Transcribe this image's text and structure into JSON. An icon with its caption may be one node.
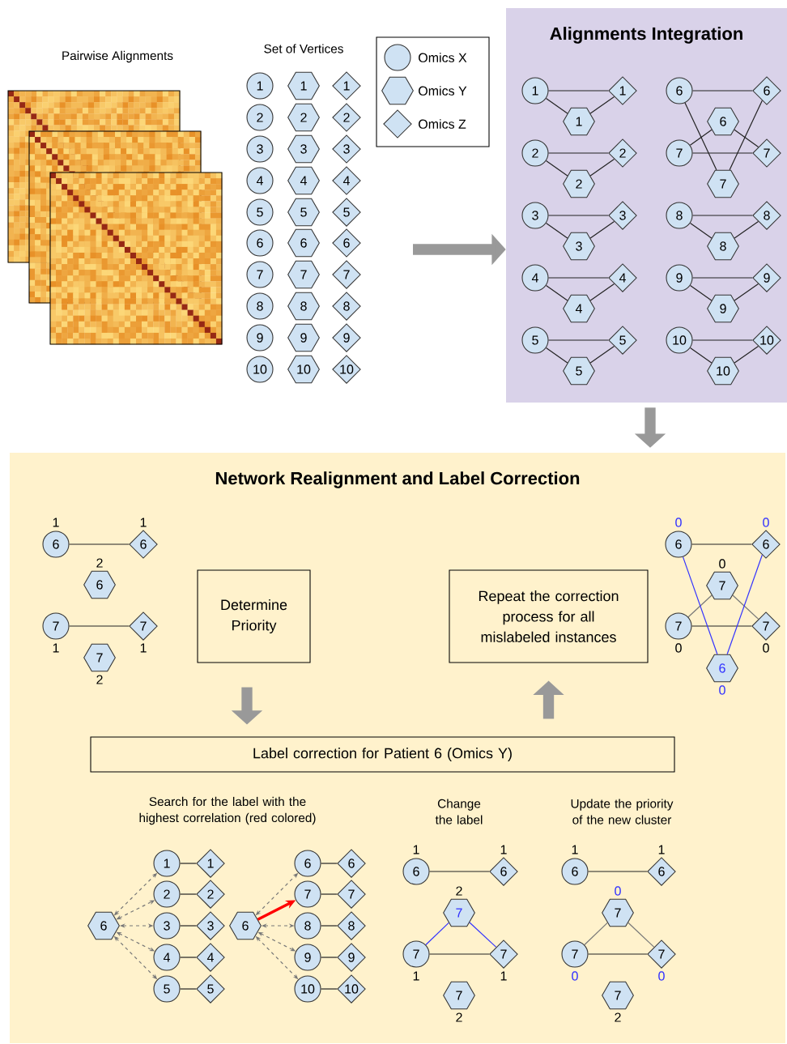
{
  "diagram": {
    "nodes": [
      {
        "text": [
          "1"
        ]
      },
      {
        "text": [
          "1"
        ]
      },
      {
        "text": [
          "1"
        ]
      },
      {
        "text": [
          "2"
        ]
      },
      {
        "text": [
          "2"
        ]
      },
      {
        "text": [
          "2"
        ]
      },
      {
        "text": [
          "3"
        ]
      },
      {
        "text": [
          "3"
        ]
      },
      {
        "text": [
          "3"
        ]
      },
      {
        "text": [
          "4"
        ]
      },
      {
        "text": [
          "4"
        ]
      },
      {
        "text": [
          "4"
        ]
      },
      {
        "text": [
          "5"
        ]
      },
      {
        "text": [
          "5"
        ]
      },
      {
        "text": [
          "5"
        ]
      },
      {
        "text": [
          "6"
        ]
      },
      {
        "text": [
          "6"
        ]
      },
      {
        "text": [
          "6"
        ]
      },
      {
        "text": [
          "7"
        ]
      },
      {
        "text": [
          "7"
        ]
      },
      {
        "text": [
          "7"
        ]
      },
      {
        "text": [
          "8"
        ]
      },
      {
        "text": [
          "8"
        ]
      },
      {
        "text": [
          "8"
        ]
      },
      {
        "text": [
          "9"
        ]
      },
      {
        "text": [
          "9"
        ]
      },
      {
        "text": [
          "9"
        ]
      },
      {
        "text": [
          "10"
        ]
      },
      {
        "text": [
          "10"
        ]
      },
      {
        "text": [
          "10"
        ]
      },
      {
        "text": [
          "Alignments Integration"
        ]
      },
      {
        "text": [
          "1"
        ],
        "in": 30
      },
      {
        "text": [
          "1"
        ],
        "in": 30
      },
      {
        "text": [
          "1"
        ],
        "in": 30
      },
      {
        "text": [
          "2"
        ],
        "in": 30
      },
      {
        "text": [
          "2"
        ],
        "in": 30
      },
      {
        "text": [
          "2"
        ],
        "in": 30
      },
      {
        "text": [
          "3"
        ],
        "in": 30
      },
      {
        "text": [
          "3"
        ],
        "in": 30
      },
      {
        "text": [
          "3"
        ],
        "in": 30
      },
      {
        "text": [
          "4"
        ],
        "in": 30
      },
      {
        "text": [
          "4"
        ],
        "in": 30
      },
      {
        "text": [
          "4"
        ],
        "in": 30
      },
      {
        "text": [
          "5"
        ],
        "in": 30
      },
      {
        "text": [
          "5"
        ],
        "in": 30
      },
      {
        "text": [
          "5"
        ],
        "in": 30
      },
      {
        "text": [
          "6"
        ],
        "in": 30
      },
      {
        "text": [
          "6"
        ],
        "in": 30
      },
      {
        "text": [
          "6"
        ],
        "in": 30
      },
      {
        "text": [
          "7"
        ],
        "in": 30
      },
      {
        "text": [
          "7"
        ],
        "in": 30
      },
      {
        "text": [
          "7"
        ],
        "in": 30
      },
      {
        "text": [
          "8"
        ],
        "in": 30
      },
      {
        "text": [
          "8"
        ],
        "in": 30
      },
      {
        "text": [
          "8"
        ],
        "in": 30
      },
      {
        "text": [
          "9"
        ],
        "in": 30
      },
      {
        "text": [
          "9"
        ],
        "in": 30
      },
      {
        "text": [
          "9"
        ],
        "in": 30
      },
      {
        "text": [
          "10"
        ],
        "in": 30
      },
      {
        "text": [
          "10"
        ],
        "in": 30
      },
      {
        "text": [
          "10"
        ],
        "in": 30
      },
      {
        "text": [
          "Network Realignment and Label Correction"
        ]
      },
      {
        "text": [
          "6"
        ],
        "beside": [
          "1"
        ],
        "in": 61
      },
      {
        "text": [
          "6"
        ],
        "beside": [
          "1"
        ],
        "in": 61
      },
      {
        "text": [
          "6"
        ],
        "beside": [
          "2"
        ],
        "in": 61
      },
      {
        "text": [
          "7"
        ],
        "beside": [
          "1"
        ],
        "in": 61
      },
      {
        "text": [
          "7"
        ],
        "beside": [
          "1"
        ],
        "in": 61
      },
      {
        "text": [
          "7"
        ],
        "beside": [
          "2"
        ],
        "in": 61
      },
      {
        "text": [
          "Determine Priority"
        ],
        "in": 61
      },
      {
        "text": [
          "Repeat the correction process for all mislabeled instances"
        ],
        "in": 61
      },
      {
        "text": [
          "6"
        ],
        "beside": [
          "0"
        ],
        "in": 61
      },
      {
        "text": [
          "6"
        ],
        "beside": [
          "0"
        ],
        "in": 61
      },
      {
        "text": [
          "7"
        ],
        "beside": [
          "0"
        ],
        "in": 61
      },
      {
        "text": [
          "7"
        ],
        "beside": [
          "0"
        ],
        "in": 61
      },
      {
        "text": [
          "7"
        ],
        "beside": [
          "0"
        ],
        "in": 61
      },
      {
        "text": [
          "6"
        ],
        "beside": [
          "0"
        ],
        "in": 61
      },
      {
        "text": [
          "Label correction for Patient 6 (Omics Y)"
        ],
        "in": 61
      },
      {
        "text": [
          "6"
        ],
        "in": 61
      },
      {
        "text": [
          "1"
        ],
        "in": 61
      },
      {
        "text": [
          "1"
        ],
        "in": 61
      },
      {
        "text": [
          "2"
        ],
        "in": 61
      },
      {
        "text": [
          "2"
        ],
        "in": 61
      },
      {
        "text": [
          "3"
        ],
        "in": 61
      },
      {
        "text": [
          "3"
        ],
        "in": 61
      },
      {
        "text": [
          "4"
        ],
        "in": 61
      },
      {
        "text": [
          "4"
        ],
        "in": 61
      },
      {
        "text": [
          "5"
        ],
        "in": 61
      },
      {
        "text": [
          "5"
        ],
        "in": 61
      },
      {
        "text": [
          "6"
        ],
        "in": 61
      },
      {
        "text": [
          "6"
        ],
        "in": 61
      },
      {
        "text": [
          "6"
        ],
        "in": 61
      },
      {
        "text": [
          "7"
        ],
        "in": 61
      },
      {
        "text": [
          "7"
        ],
        "in": 61
      },
      {
        "text": [
          "8"
        ],
        "in": 61
      },
      {
        "text": [
          "8"
        ],
        "in": 61
      },
      {
        "text": [
          "9"
        ],
        "in": 61
      },
      {
        "text": [
          "9"
        ],
        "in": 61
      },
      {
        "text": [
          "10"
        ],
        "in": 61
      },
      {
        "text": [
          "10"
        ],
        "in": 61
      },
      {
        "text": [
          "6"
        ],
        "beside": [
          "1"
        ],
        "in": 61
      },
      {
        "text": [
          "6"
        ],
        "beside": [
          "1"
        ],
        "in": 61
      },
      {
        "text": [
          "7"
        ],
        "beside": [
          "2"
        ],
        "in": 61
      },
      {
        "text": [
          "7"
        ],
        "beside": [
          "1"
        ],
        "in": 61
      },
      {
        "text": [
          "7"
        ],
        "beside": [
          "1"
        ],
        "in": 61
      },
      {
        "text": [
          "7"
        ],
        "beside": [
          "2"
        ],
        "in": 61
      },
      {
        "text": [
          "6"
        ],
        "beside": [
          "1"
        ],
        "in": 61
      },
      {
        "text": [
          "6"
        ],
        "beside": [
          "1"
        ],
        "in": 61
      },
      {
        "text": [
          "7"
        ],
        "beside": [
          "0"
        ],
        "in": 61
      },
      {
        "text": [
          "7"
        ],
        "beside": [
          "0"
        ],
        "in": 61
      },
      {
        "text": [
          "7"
        ],
        "beside": [
          "0"
        ],
        "in": 61
      },
      {
        "text": [
          "7"
        ],
        "beside": [
          "2"
        ],
        "in": 61
      }
    ],
    "edges": [
      {
        "from": null,
        "to": 30,
        "arrow": "to",
        "style": "thick",
        "color": "#999999"
      },
      {
        "from": 30,
        "to": 61,
        "arrow": "to",
        "style": "thick",
        "color": "#999999"
      },
      {
        "from": 68,
        "to": 76,
        "arrow": "to",
        "style": "thick",
        "color": "#999999"
      },
      {
        "from": 76,
        "to": 69,
        "arrow": "to",
        "style": "thick",
        "color": "#999999"
      },
      {
        "from": 31,
        "to": 32,
        "arrow": "none"
      },
      {
        "from": 31,
        "to": 33,
        "arrow": "none"
      },
      {
        "from": 33,
        "to": 32,
        "arrow": "none"
      },
      {
        "from": 34,
        "to": 35,
        "arrow": "none"
      },
      {
        "from": 34,
        "to": 36,
        "arrow": "none"
      },
      {
        "from": 36,
        "to": 35,
        "arrow": "none"
      },
      {
        "from": 37,
        "to": 38,
        "arrow": "none"
      },
      {
        "from": 37,
        "to": 39,
        "arrow": "none"
      },
      {
        "from": 39,
        "to": 38,
        "arrow": "none"
      },
      {
        "from": 40,
        "to": 41,
        "arrow": "none"
      },
      {
        "from": 40,
        "to": 42,
        "arrow": "none"
      },
      {
        "from": 42,
        "to": 41,
        "arrow": "none"
      },
      {
        "from": 43,
        "to": 44,
        "arrow": "none"
      },
      {
        "from": 43,
        "to": 45,
        "arrow": "none"
      },
      {
        "from": 45,
        "to": 44,
        "arrow": "none"
      },
      {
        "from": 46,
        "to": 47,
        "arrow": "none"
      },
      {
        "from": 46,
        "to": 51,
        "arrow": "none"
      },
      {
        "from": 51,
        "to": 47,
        "arrow": "none"
      },
      {
        "from": 49,
        "to": 50,
        "arrow": "none"
      },
      {
        "from": 48,
        "to": 49,
        "arrow": "none"
      },
      {
        "from": 48,
        "to": 50,
        "arrow": "none"
      },
      {
        "from": 52,
        "to": 53,
        "arrow": "none"
      },
      {
        "from": 52,
        "to": 54,
        "arrow": "none"
      },
      {
        "from": 54,
        "to": 53,
        "arrow": "none"
      },
      {
        "from": 55,
        "to": 56,
        "arrow": "none"
      },
      {
        "from": 55,
        "to": 57,
        "arrow": "none"
      },
      {
        "from": 57,
        "to": 56,
        "arrow": "none"
      },
      {
        "from": 58,
        "to": 59,
        "arrow": "none"
      },
      {
        "from": 58,
        "to": 60,
        "arrow": "none"
      },
      {
        "from": 60,
        "to": 59,
        "arrow": "none"
      },
      {
        "from": 62,
        "to": 63,
        "arrow": "none"
      },
      {
        "from": 65,
        "to": 66,
        "arrow": "none"
      },
      {
        "from": 70,
        "to": 71,
        "arrow": "none"
      },
      {
        "from": 73,
        "to": 74,
        "arrow": "none"
      },
      {
        "from": 72,
        "to": 73,
        "arrow": "none",
        "color": "#777777"
      },
      {
        "from": 72,
        "to": 74,
        "arrow": "none",
        "color": "#777777"
      },
      {
        "from": 70,
        "to": 75,
        "arrow": "none",
        "color": "#3333ff"
      },
      {
        "from": 71,
        "to": 75,
        "arrow": "none",
        "color": "#3333ff"
      },
      {
        "from": 77,
        "to": 78,
        "arrow": "both",
        "style": "dashed",
        "color": "#777777"
      },
      {
        "from": 77,
        "to": 80,
        "arrow": "both",
        "style": "dashed",
        "color": "#777777"
      },
      {
        "from": 77,
        "to": 82,
        "arrow": "both",
        "style": "dashed",
        "color": "#777777"
      },
      {
        "from": 77,
        "to": 84,
        "arrow": "both",
        "style": "dashed",
        "color": "#777777"
      },
      {
        "from": 77,
        "to": 86,
        "arrow": "both",
        "style": "dashed",
        "color": "#777777"
      },
      {
        "from": 78,
        "to": 79,
        "arrow": "none"
      },
      {
        "from": 80,
        "to": 81,
        "arrow": "none"
      },
      {
        "from": 82,
        "to": 83,
        "arrow": "none"
      },
      {
        "from": 84,
        "to": 85,
        "arrow": "none"
      },
      {
        "from": 86,
        "to": 87,
        "arrow": "none"
      },
      {
        "from": 88,
        "to": 89,
        "arrow": "both",
        "style": "dashed",
        "color": "#777777"
      },
      {
        "from": 88,
        "to": 91,
        "arrow": "to",
        "style": "thick",
        "color": "#ff0000"
      },
      {
        "from": 88,
        "to": 93,
        "arrow": "both",
        "style": "dashed",
        "color": "#777777"
      },
      {
        "from": 88,
        "to": 95,
        "arrow": "both",
        "style": "dashed",
        "color": "#777777"
      },
      {
        "from": 88,
        "to": 97,
        "arrow": "both",
        "style": "dashed",
        "color": "#777777"
      },
      {
        "from": 89,
        "to": 90,
        "arrow": "none"
      },
      {
        "from": 91,
        "to": 92,
        "arrow": "none"
      },
      {
        "from": 93,
        "to": 94,
        "arrow": "none"
      },
      {
        "from": 95,
        "to": 96,
        "arrow": "none"
      },
      {
        "from": 97,
        "to": 98,
        "arrow": "none"
      },
      {
        "from": 99,
        "to": 100,
        "arrow": "none"
      },
      {
        "from": 102,
        "to": 103,
        "arrow": "none"
      },
      {
        "from": 101,
        "to": 102,
        "arrow": "none",
        "color": "#3333ff"
      },
      {
        "from": 101,
        "to": 103,
        "arrow": "none",
        "color": "#3333ff"
      },
      {
        "from": 105,
        "to": 106,
        "arrow": "none"
      },
      {
        "from": 108,
        "to": 109,
        "arrow": "none"
      },
      {
        "from": 107,
        "to": 108,
        "arrow": "none",
        "color": "#777777"
      },
      {
        "from": 107,
        "to": 109,
        "arrow": "none",
        "color": "#777777"
      }
    ],
    "labels": [
      "Pairwise Alignments",
      "Set of Vertices",
      "Search for the label with the highest correlation (red colored)",
      "Change the label",
      "Update the priority of the new cluster"
    ],
    "legend": [
      {
        "text": "Omics X"
      },
      {
        "text": "Omics Y"
      },
      {
        "text": "Omics Z"
      }
    ]
  }
}
